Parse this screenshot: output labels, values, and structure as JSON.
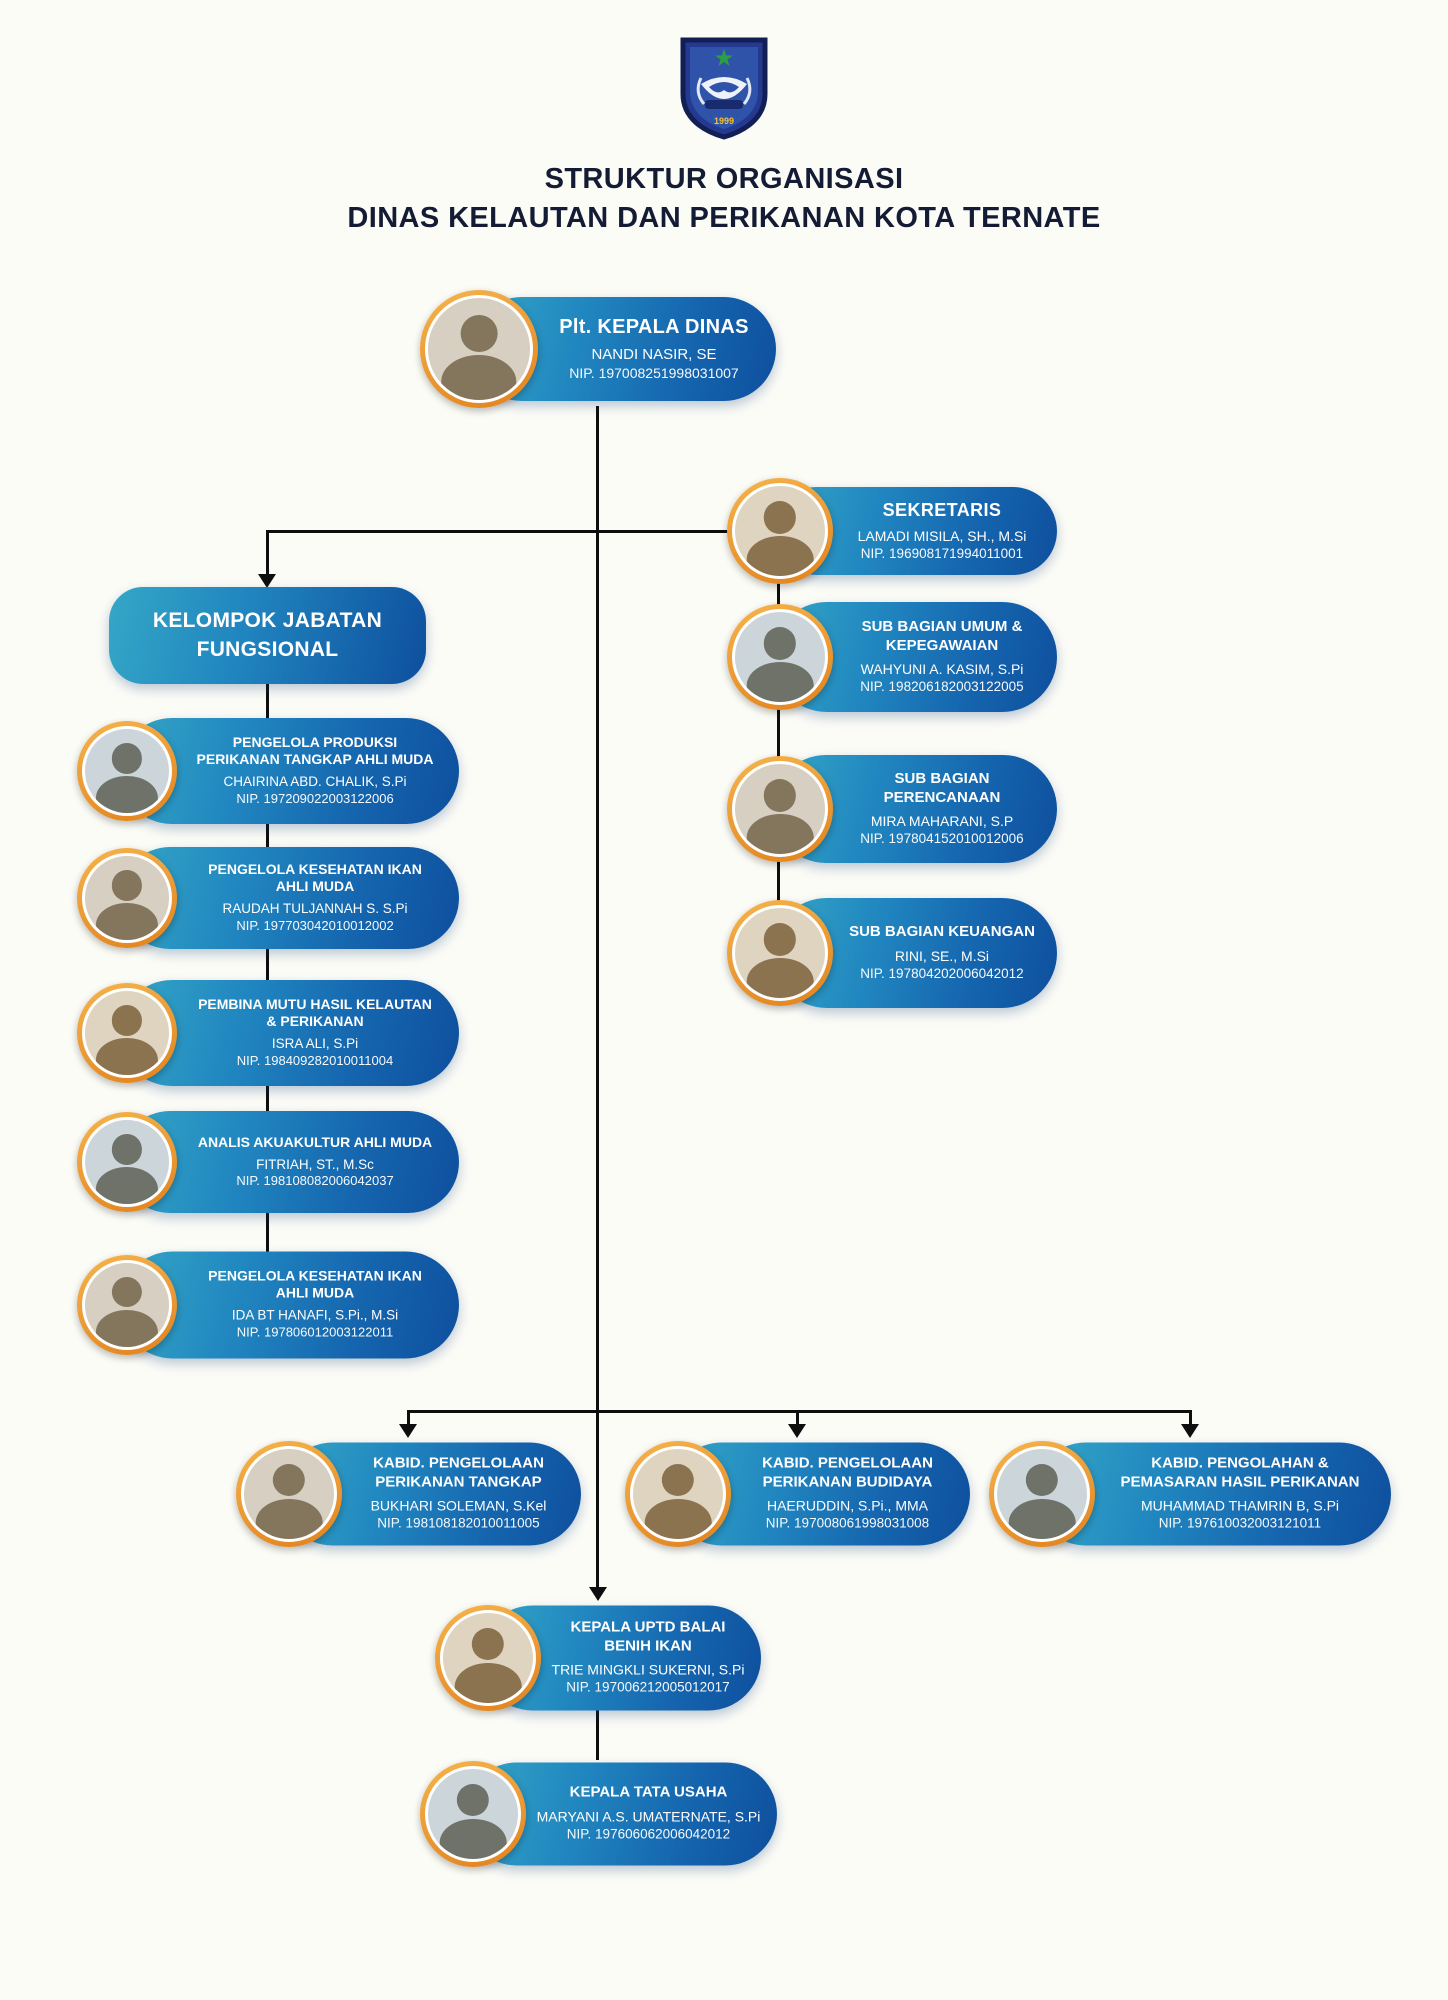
{
  "title": {
    "line1": "STRUKTUR ORGANISASI",
    "line2": "DINAS KELAUTAN DAN PERIKANAN KOTA TERNATE"
  },
  "logo": {
    "name": "ternate-city-emblem",
    "year": "1999"
  },
  "colors": {
    "card_gradient_start": "#35a7c6",
    "card_gradient_end": "#0e4f9e",
    "photo_ring": "#efa23f",
    "connector": "#0e0e0e",
    "heading_text": "#141b34",
    "background": "#fcfcf7"
  },
  "nodes": {
    "kepala_dinas": {
      "title": "Plt. KEPALA DINAS",
      "name": "NANDI NASIR, SE",
      "nip": "NIP. 197008251998031007"
    },
    "sekretaris": {
      "title": "SEKRETARIS",
      "name": "LAMADI MISILA, SH., M.Si",
      "nip": "NIP. 196908171994011001"
    },
    "sub_bagian": [
      {
        "title": "SUB BAGIAN UMUM & KEPEGAWAIAN",
        "name": "WAHYUNI A. KASIM, S.Pi",
        "nip": "NIP. 198206182003122005"
      },
      {
        "title": "SUB BAGIAN PERENCANAAN",
        "name": "MIRA MAHARANI, S.P",
        "nip": "NIP. 197804152010012006"
      },
      {
        "title": "SUB BAGIAN KEUANGAN",
        "name": "RINI, SE., M.Si",
        "nip": "NIP. 197804202006042012"
      }
    ],
    "kelompok_header": {
      "line1": "KELOMPOK JABATAN",
      "line2": "FUNGSIONAL"
    },
    "fungsional": [
      {
        "title": "PENGELOLA PRODUKSI PERIKANAN TANGKAP AHLI MUDA",
        "name": "CHAIRINA ABD. CHALIK, S.Pi",
        "nip": "NIP. 197209022003122006"
      },
      {
        "title": "PENGELOLA KESEHATAN IKAN AHLI MUDA",
        "name": "RAUDAH TULJANNAH S. S.Pi",
        "nip": "NIP. 197703042010012002"
      },
      {
        "title": "PEMBINA MUTU HASIL KELAUTAN & PERIKANAN",
        "name": "ISRA ALI, S.Pi",
        "nip": "NIP. 198409282010011004"
      },
      {
        "title": "ANALIS AKUAKULTUR AHLI MUDA",
        "name": "FITRIAH, ST., M.Sc",
        "nip": "NIP. 198108082006042037"
      },
      {
        "title": "PENGELOLA KESEHATAN IKAN AHLI MUDA",
        "name": "IDA BT HANAFI, S.Pi., M.Si",
        "nip": "NIP. 197806012003122011"
      }
    ],
    "kabid": [
      {
        "title": "KABID. PENGELOLAAN PERIKANAN TANGKAP",
        "name": "BUKHARI SOLEMAN, S.Kel",
        "nip": "NIP. 198108182010011005"
      },
      {
        "title": "KABID. PENGELOLAAN PERIKANAN BUDIDAYA",
        "name": "HAERUDDIN, S.Pi., MMA",
        "nip": "NIP. 197008061998031008"
      },
      {
        "title": "KABID. PENGOLAHAN & PEMASARAN HASIL PERIKANAN",
        "name": "MUHAMMAD THAMRIN B, S.Pi",
        "nip": "NIP. 197610032003121011"
      }
    ],
    "uptd": {
      "title": "KEPALA UPTD BALAI BENIH IKAN",
      "name": "TRIE MINGKLI SUKERNI, S.Pi",
      "nip": "NIP. 197006212005012017"
    },
    "tata_usaha": {
      "title": "KEPALA TATA USAHA",
      "name": "MARYANI A.S. UMATERNATE, S.Pi",
      "nip": "NIP. 197606062006042012"
    }
  }
}
